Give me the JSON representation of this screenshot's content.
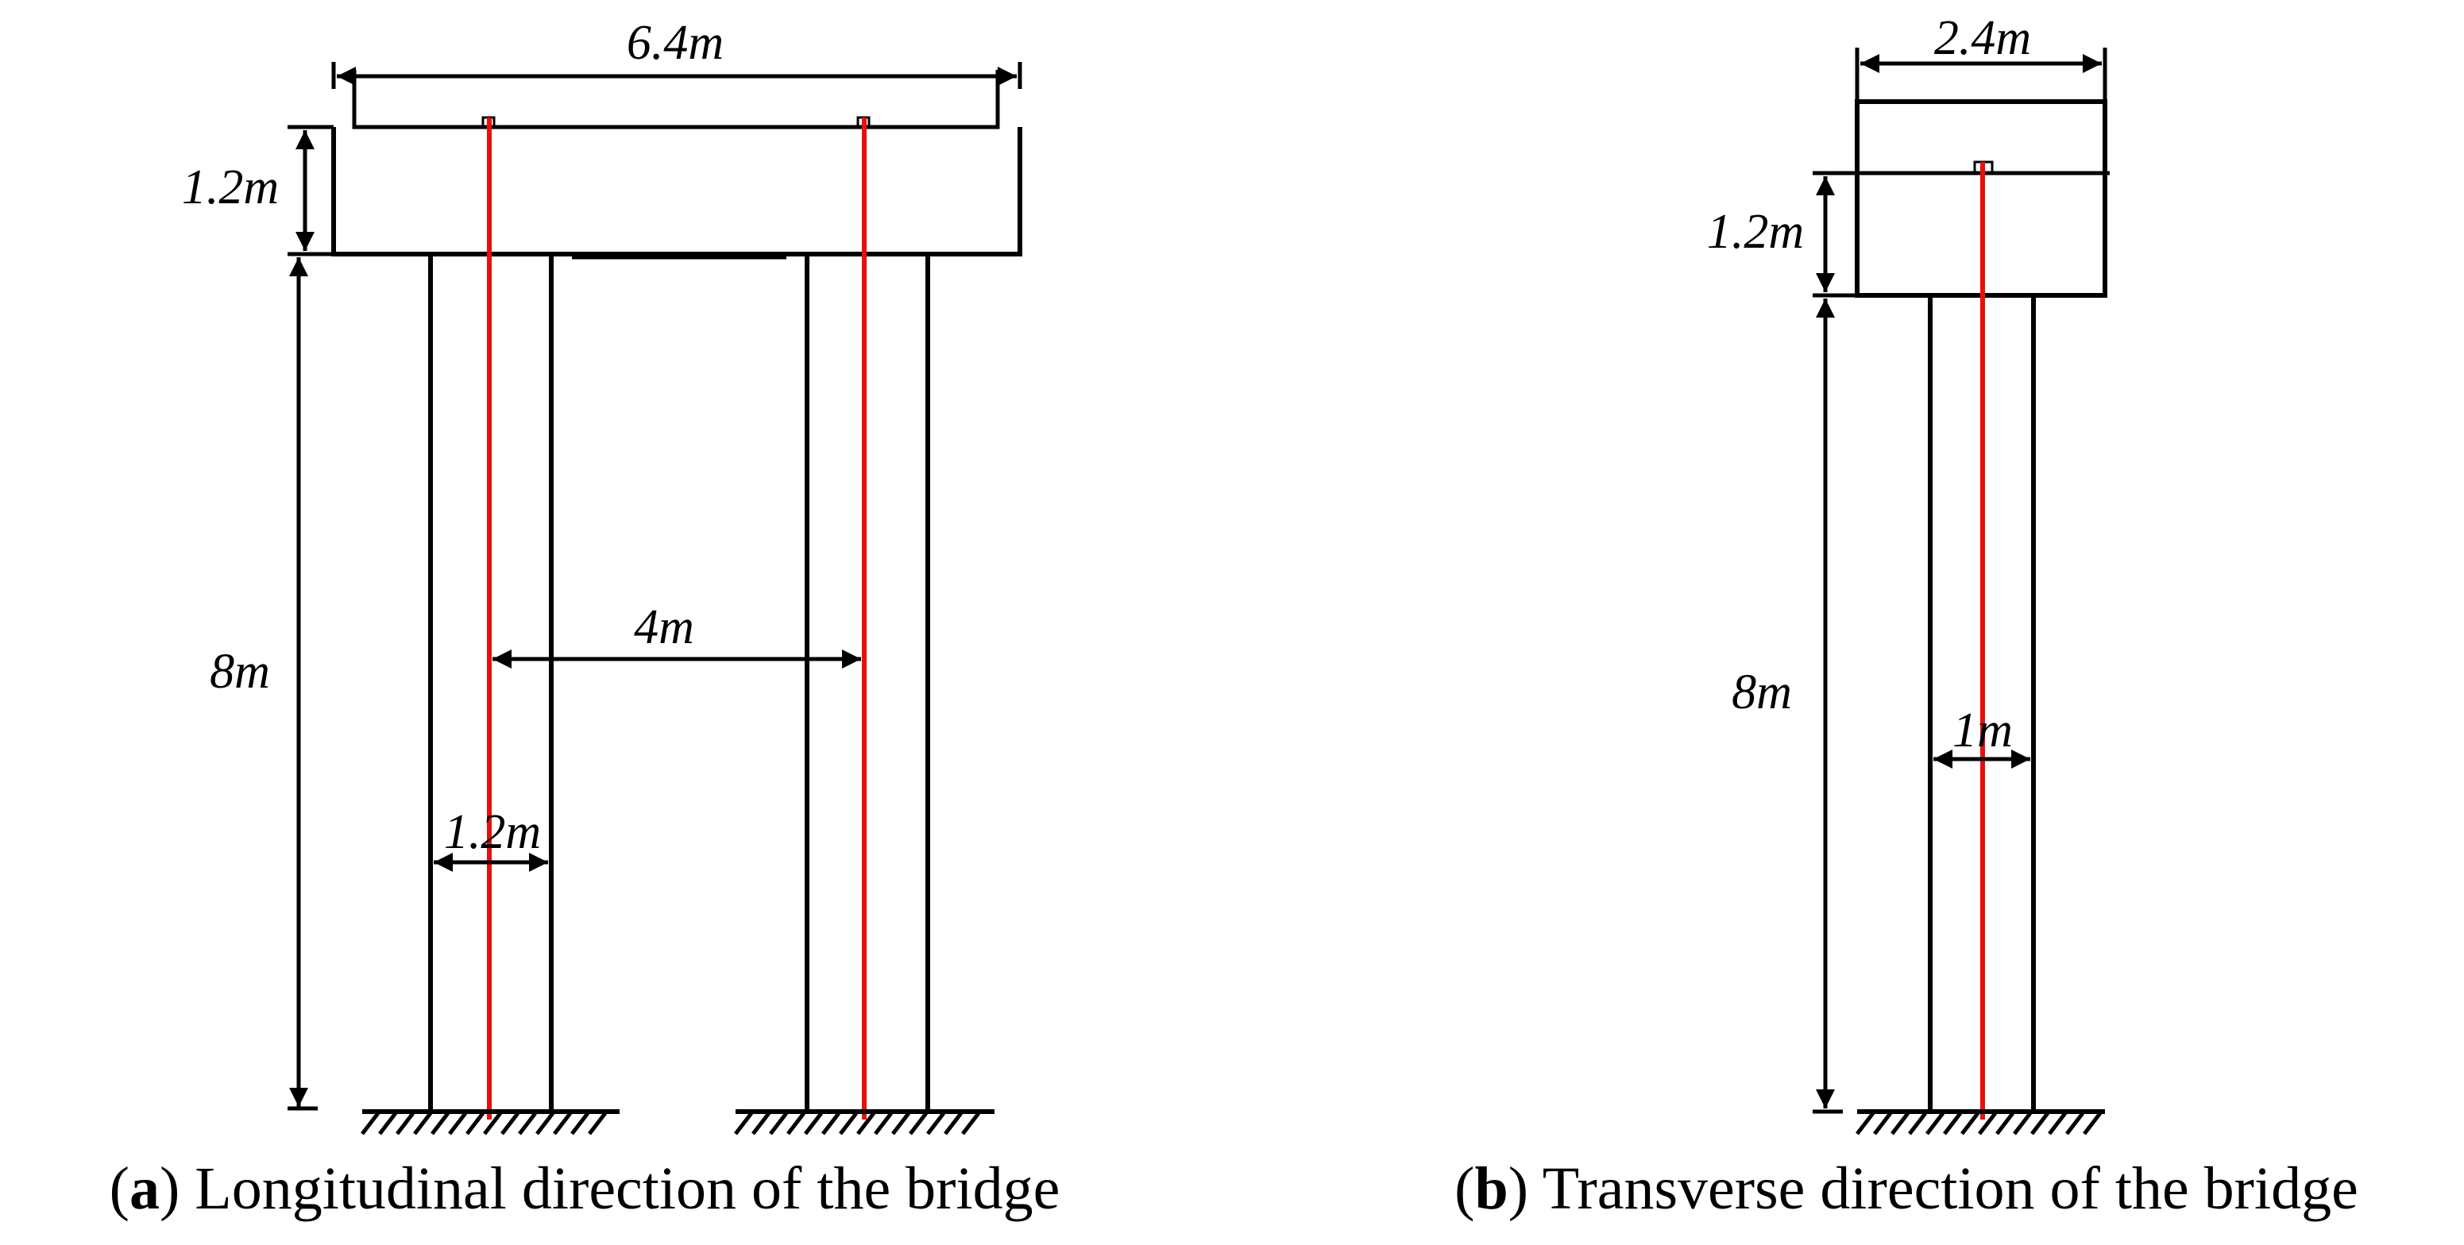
{
  "colors": {
    "line": "#000000",
    "axis": "#e8100c"
  },
  "panel_a": {
    "dims": {
      "cap_width": "6.4m",
      "cap_height": "1.2m",
      "column_height": "8m",
      "column_spacing": "4m",
      "column_width": "1.2m"
    },
    "caption": {
      "letter": "a",
      "text": " Longitudinal direction of the bridge"
    }
  },
  "panel_b": {
    "dims": {
      "cap_width": "2.4m",
      "cap_height": "1.2m",
      "column_height": "8m",
      "column_width": "1m"
    },
    "caption": {
      "letter": "b",
      "text": " Transverse direction of the bridge"
    }
  }
}
